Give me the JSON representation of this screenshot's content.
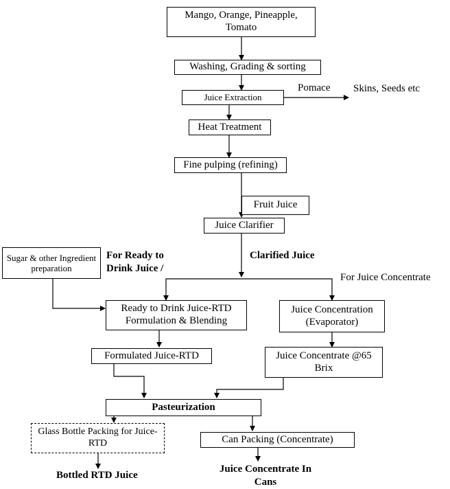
{
  "diagram": {
    "raw_fruits": "Mango, Orange, Pineapple, Tomato",
    "washing": "Washing, Grading & sorting",
    "juice_extraction": "Juice Extraction",
    "pomace": "Pomace",
    "skins_seeds": "Skins, Seeds etc",
    "heat_treatment": "Heat Treatment",
    "fine_pulping": "Fine pulping (refining)",
    "fruit_juice": "Fruit Juice",
    "juice_clarifier": "Juice Clarifier",
    "clarified_juice": "Clarified Juice",
    "sugar_prep": "Sugar & other Ingredient preparation",
    "for_rtd": "For Ready to Drink Juice /",
    "for_concentrate": "For Juice Concentrate",
    "rtd_formulation": "Ready to Drink Juice-RTD Formulation & Blending",
    "juice_concentration": "Juice Concentration (Evaporator)",
    "formulated_rtd": "Formulated Juice-RTD",
    "juice_concentrate_65": "Juice Concentrate @65 Brix",
    "pasteurization": "Pasteurization",
    "glass_bottle": "Glass Bottle Packing for Juice-RTD",
    "can_packing": "Can Packing (Concentrate)",
    "bottled_rtd": "Bottled RTD Juice",
    "concentrate_cans": "Juice Concentrate In Cans"
  }
}
